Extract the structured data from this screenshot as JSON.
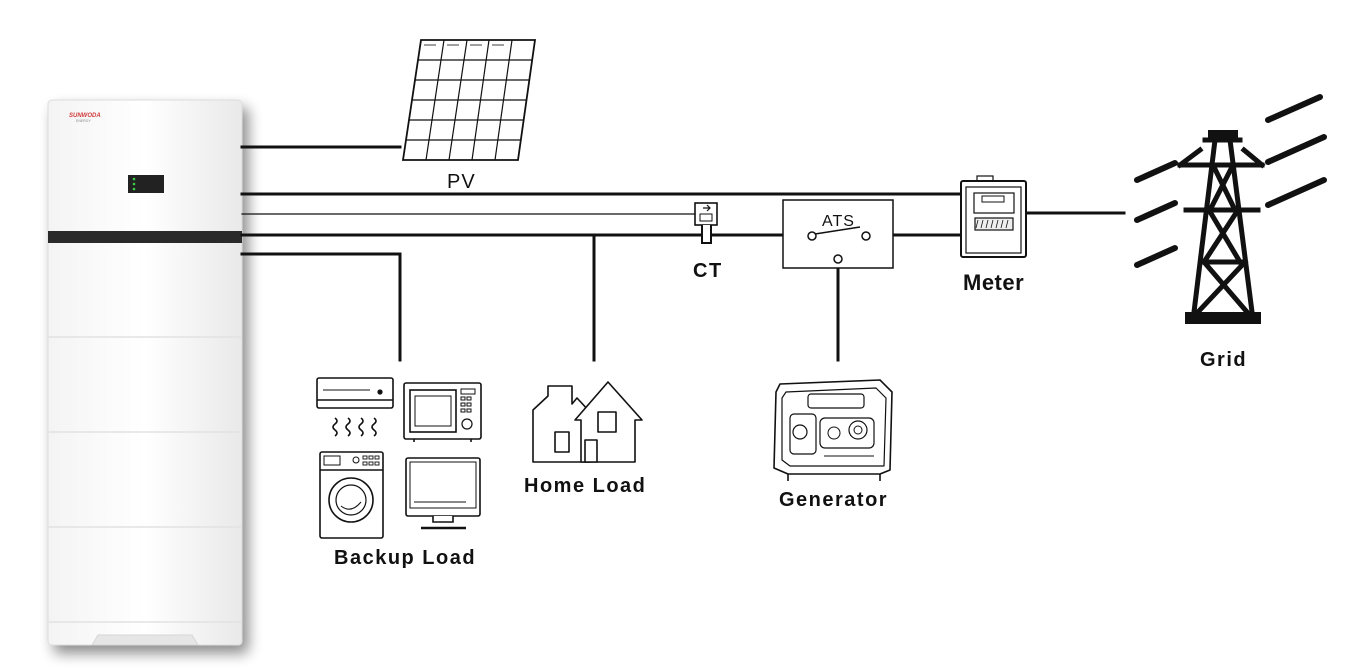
{
  "brand": {
    "name": "SUNWODA",
    "sub": "ENERGY",
    "color": "#d03a3a"
  },
  "labels": {
    "pv": "PV",
    "ct": "CT",
    "ats": "ATS",
    "meter": "Meter",
    "grid": "Grid",
    "home_load": "Home Load",
    "backup_load": "Backup Load",
    "generator": "Generator"
  },
  "colors": {
    "line": "#111111",
    "accent_band": "#2a2a2a",
    "cabinet": "#fafafa"
  },
  "icons": [
    "battery-inverter-icon",
    "solar-panel-icon",
    "ct-clamp-icon",
    "ats-switch-icon",
    "electric-meter-icon",
    "transmission-tower-icon",
    "house-icon",
    "air-conditioner-icon",
    "microwave-icon",
    "washing-machine-icon",
    "monitor-icon",
    "generator-icon"
  ]
}
